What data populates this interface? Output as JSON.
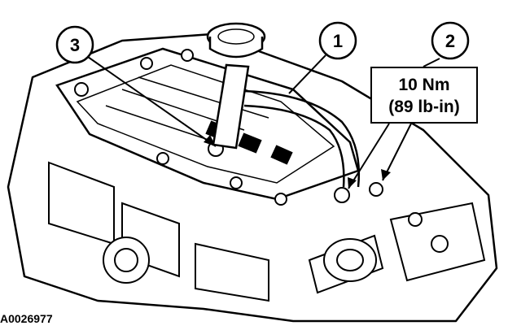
{
  "figure_id": "A0026977",
  "callouts": [
    {
      "label": "3"
    },
    {
      "label": "1"
    },
    {
      "label": "2"
    }
  ],
  "torque_spec": {
    "line1": "10 Nm",
    "line2": "(89 lb-in)"
  },
  "colors": {
    "ink": "#000000",
    "paper": "#ffffff"
  }
}
